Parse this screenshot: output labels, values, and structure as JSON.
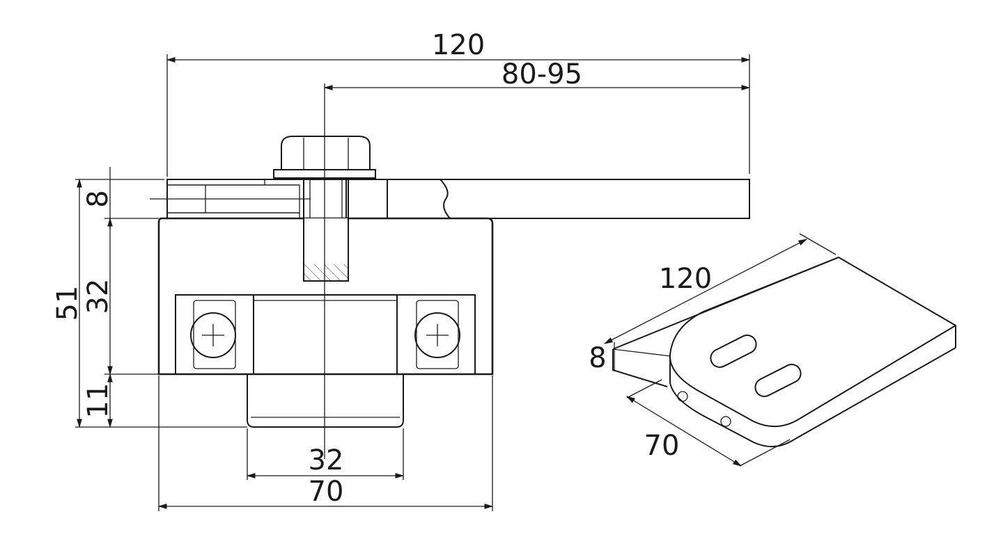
{
  "section_view": {
    "dims": {
      "overall_length": "120",
      "adjust_range": "80-95",
      "plate_thickness": "8",
      "total_height": "51",
      "body_height": "32",
      "hub_height": "11",
      "hub_width": "32",
      "body_width": "70"
    }
  },
  "iso_view": {
    "dims": {
      "length": "120",
      "thickness": "8",
      "width": "70"
    }
  }
}
